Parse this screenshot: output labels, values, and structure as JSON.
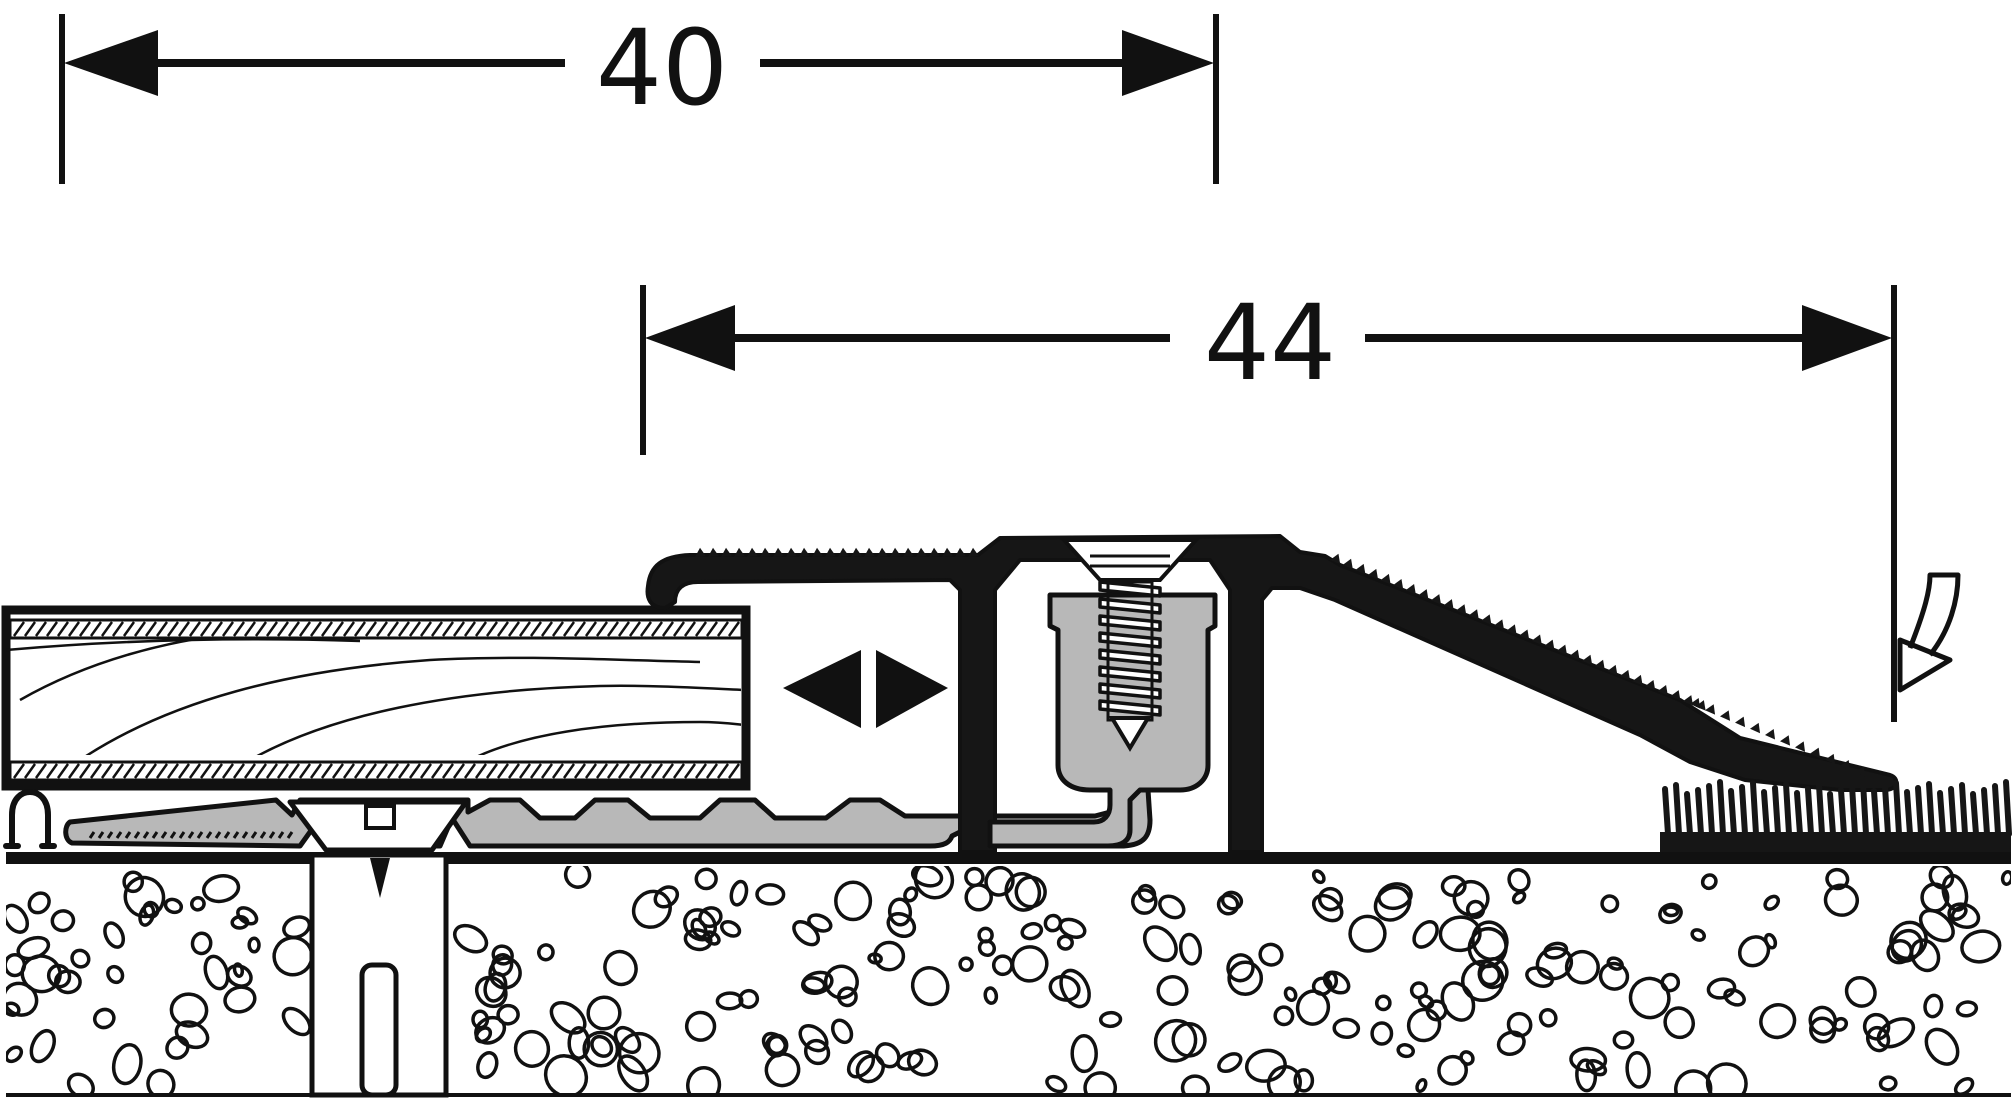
{
  "dimensions": {
    "top": {
      "label": "40"
    },
    "middle": {
      "label": "44"
    }
  },
  "colors": {
    "ink": "#111111",
    "profile_dark": "#161616",
    "insert_grey": "#b8b8b8",
    "paper": "#ffffff"
  },
  "icons": {
    "adjust_arrows": "double-triangle-left-right",
    "base_symbol": "omega-clip"
  }
}
